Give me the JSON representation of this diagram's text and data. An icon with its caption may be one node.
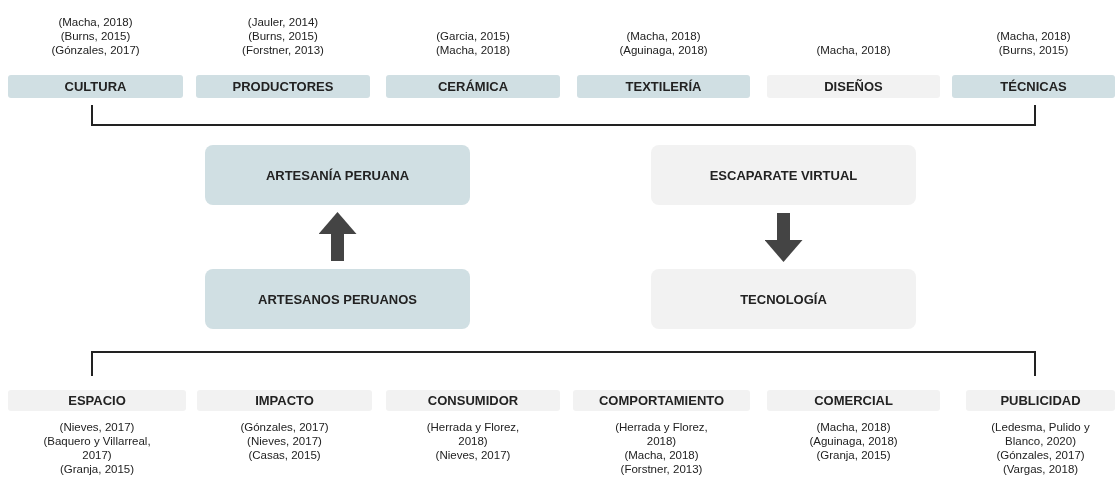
{
  "diagram": {
    "nodes": [
      {
        "text": [
          "CULTURA"
        ],
        "beside": [
          "(Macha, 2018)",
          "(Burns, 2015)",
          "(Gónzales, 2017)"
        ]
      },
      {
        "text": [
          "PRODUCTORES"
        ],
        "beside": [
          "(Jauler, 2014)",
          "(Burns, 2015)",
          "(Forstner, 2013)"
        ]
      },
      {
        "text": [
          "CERÁMICA"
        ],
        "beside": [
          "(Garcia, 2015)",
          "(Macha, 2018)"
        ]
      },
      {
        "text": [
          "TEXTILERÍA"
        ],
        "beside": [
          "(Macha, 2018)",
          "(Aguinaga, 2018)"
        ]
      },
      {
        "text": [
          "DISEÑOS"
        ],
        "beside": [
          "(Macha, 2018)"
        ]
      },
      {
        "text": [
          "TÉCNICAS"
        ],
        "beside": [
          "(Macha, 2018)",
          "(Burns, 2015)"
        ]
      },
      {
        "text": [
          "ARTESANÍA PERUANA"
        ]
      },
      {
        "text": [
          "ESCAPARATE VIRTUAL"
        ]
      },
      {
        "text": [
          "ARTESANOS PERUANOS"
        ]
      },
      {
        "text": [
          "TECNOLOGÍA"
        ]
      },
      {
        "text": [
          "ESPACIO"
        ],
        "beside": [
          "(Nieves, 2017)",
          "(Baquero y Villarreal, 2017)",
          "(Granja, 2015)"
        ]
      },
      {
        "text": [
          "IMPACTO"
        ],
        "beside": [
          "(Gónzales, 2017)",
          "(Nieves, 2017)",
          "(Casas, 2015)"
        ]
      },
      {
        "text": [
          "CONSUMIDOR"
        ],
        "beside": [
          "(Herrada y Florez, 2018)",
          "(Nieves, 2017)"
        ]
      },
      {
        "text": [
          "COMPORTAMIENTO"
        ],
        "beside": [
          "(Herrada y Florez, 2018)",
          "(Macha, 2018)",
          "(Forstner, 2013)"
        ]
      },
      {
        "text": [
          "COMERCIAL"
        ],
        "beside": [
          "(Macha, 2018)",
          "(Aguinaga, 2018)",
          "(Granja, 2015)"
        ]
      },
      {
        "text": [
          "PUBLICIDAD"
        ],
        "beside": [
          "(Ledesma, Pulido y Blanco, 2020)",
          "(Gónzales, 2017)",
          "(Vargas, 2018)"
        ]
      }
    ],
    "edges": [
      {
        "from": 8,
        "to": 6,
        "arrow": "to"
      },
      {
        "from": 7,
        "to": 9,
        "arrow": "to"
      }
    ]
  }
}
